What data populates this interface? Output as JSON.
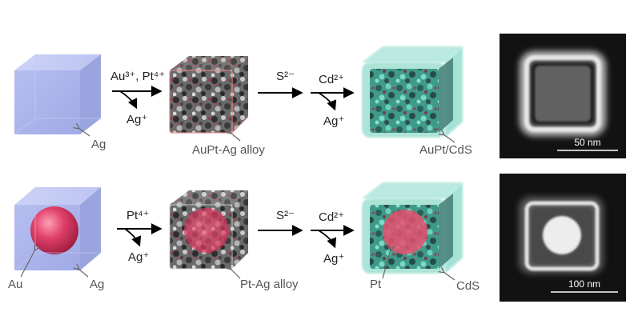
{
  "rows": [
    {
      "step1": {
        "reagent": "Au³⁺, Pt⁴⁺",
        "byproduct": "Ag⁺"
      },
      "step2": {
        "reagent": "S²⁻"
      },
      "step3": {
        "reagent": "Cd²⁺",
        "byproduct": "Ag⁺"
      },
      "labels": {
        "template": "Ag",
        "intermediate": "AuPt-Ag alloy",
        "product": "AuPt/CdS"
      },
      "scale_bar": "50 nm"
    },
    {
      "step1": {
        "reagent": "Pt⁴⁺",
        "byproduct": "Ag⁺"
      },
      "step2": {
        "reagent": "S²⁻"
      },
      "step3": {
        "reagent": "Cd²⁺",
        "byproduct": "Ag⁺"
      },
      "labels": {
        "core": "Au",
        "template": "Ag",
        "intermediate": "Pt-Ag alloy",
        "core_product": "Pt",
        "product": "CdS"
      },
      "scale_bar": "100 nm"
    }
  ],
  "colors": {
    "ag_cube": "#9aa6e6",
    "au_sphere": "#d8305c",
    "alloy_dark": "#3a3a3a",
    "cds_shell": "#7fd6c8",
    "tem_background": "#1a1a1a"
  }
}
